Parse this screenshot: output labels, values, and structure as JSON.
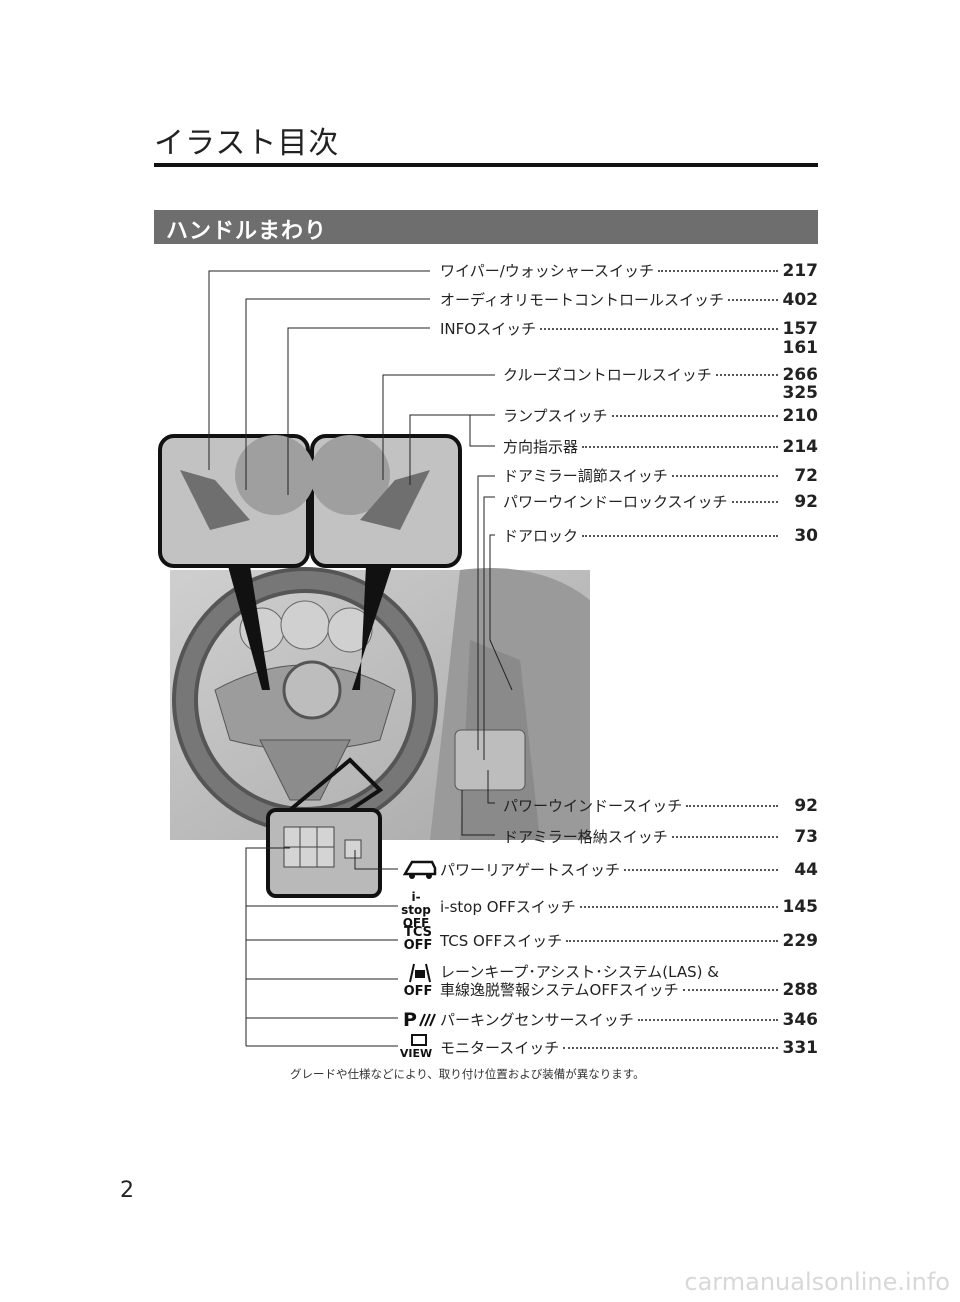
{
  "page": {
    "title": "イラスト目次",
    "section": "ハンドルまわり",
    "number": "2",
    "footnote": "グレードや仕様などにより、取り付け位置および装備が異なります。",
    "watermark": "carmanualsonline.info"
  },
  "entries": [
    {
      "label": "ワイパー/ウォッシャースイッチ",
      "page": "217"
    },
    {
      "label": "オーディオリモートコントロールスイッチ",
      "page": "402"
    },
    {
      "label": "INFOスイッチ",
      "page": "157",
      "page2": "161"
    },
    {
      "label": "クルーズコントロールスイッチ",
      "page": "266",
      "page2": "325"
    },
    {
      "label": "ランプスイッチ",
      "page": "210"
    },
    {
      "label": "方向指示器",
      "page": "214"
    },
    {
      "label": "ドアミラー調節スイッチ",
      "page": "72"
    },
    {
      "label": "パワーウインドーロックスイッチ",
      "page": "92"
    },
    {
      "label": "ドアロック",
      "page": "30"
    },
    {
      "label": "パワーウインドースイッチ",
      "page": "92"
    },
    {
      "label": "ドアミラー格納スイッチ",
      "page": "73"
    },
    {
      "label": "パワーリアゲートスイッチ",
      "page": "44"
    },
    {
      "label": "i-stop OFFスイッチ",
      "page": "145",
      "icon_text": "i-stop\nOFF"
    },
    {
      "label": "TCS OFFスイッチ",
      "page": "229",
      "icon_text": "TCS\nOFF"
    },
    {
      "label": "レーンキープ･アシスト･システム(LAS) &",
      "label2": "車線逸脱警報システムOFFスイッチ",
      "page": "288",
      "icon_text": "OFF"
    },
    {
      "label": "パーキングセンサースイッチ",
      "page": "346"
    },
    {
      "label": "モニタースイッチ",
      "page": "331",
      "icon_text": "VIEW"
    }
  ],
  "icons": [
    "rear-gate-icon",
    "i-stop-off-icon",
    "tcs-off-icon",
    "las-off-icon",
    "parking-sensor-icon",
    "monitor-view-icon"
  ]
}
